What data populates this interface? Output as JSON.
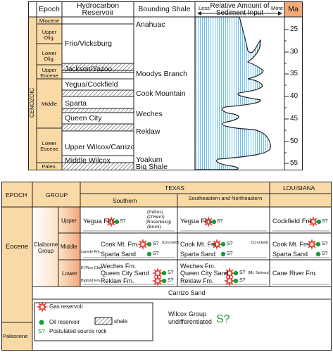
{
  "top_figure": {
    "headers": {
      "epoch": "Epoch",
      "reservoir": "Hydrocarbon Reservoir",
      "shale": "Bounding Shale",
      "sediment_title": "Relative Amount of Sediment Input",
      "less": "Less",
      "more": "More",
      "ma": "Ma"
    },
    "era": "CENOZOIC",
    "epochs": [
      "Miocene",
      "Upper Olig.",
      "Lower Olig.",
      "Upper Eocene",
      "Middle",
      "Lower Eocene",
      "Paleo."
    ],
    "reservoirs": [
      "Frio/Vicksburg",
      "Jackson/Yazoo",
      "Yegua/Cockfield",
      "Sparta",
      "Queen City",
      "Upper Wilcox/Carrizo",
      "Middle Wilcox"
    ],
    "shales": [
      "Anahuac",
      "Moodys Branch",
      "Cook Mountain",
      "Weches",
      "Reklaw",
      "Yoakum",
      "Big Shale"
    ],
    "ma_ticks": [
      "25",
      "30",
      "35",
      "40",
      "45",
      "50",
      "55"
    ],
    "colors": {
      "epoch_fill": "#f9d9a6",
      "ma_header": "#f4a977",
      "curve_fill": "#d8eef9",
      "curve_hatch": "#59b7e6"
    }
  },
  "table": {
    "headers": {
      "epoch": "EPOCH",
      "group": "GROUP",
      "texas": "TEXAS",
      "louisiana": "LOUISIANA",
      "southern": "Southern",
      "southeastern": "Southeastern and Northeastern"
    },
    "epochs": {
      "eocene": "Eocene",
      "paleocene": "Paleocene"
    },
    "group_name": "Claiborne Group",
    "subgroups": [
      "Upper",
      "Middle",
      "Lower"
    ],
    "upper": {
      "southern": "Yegua Fm.",
      "southern_note": [
        "(Pettus)",
        "(O'Hern)",
        "(Rosenburg)",
        "(Bruni)"
      ],
      "southeastern": "Yegua Fm.",
      "louisiana": "Cockfield Fm."
    },
    "middle": {
      "side_label": "Laredo Fm.",
      "southern": [
        "Cook Mt. Fm.",
        "Sparta Sand"
      ],
      "southern_note": "(Crockett)",
      "southeastern": [
        "Cook Mt. Fm.",
        "Sparta Sand"
      ],
      "southeastern_note": "(Crockett)",
      "louisiana": [
        "Cook Mt. Fm.",
        "Sparta Sand"
      ]
    },
    "lower": {
      "side_labels": [
        "El Pico Clay",
        "Bigford Fm."
      ],
      "southern": [
        "Weches Fm.",
        "Queen City Sand",
        "Reklaw Fm."
      ],
      "southeastern": [
        "Weches Fm.",
        "Queen City Sand",
        "Reklaw Fm."
      ],
      "southeastern_note": "(Mt. Selman)",
      "louisiana": "Cane River Fm."
    },
    "carrizo": "Carrizo Sand",
    "legend": {
      "gas": "Gas reservoir",
      "oil": "Oil reservoir",
      "shale": "shale",
      "source": "Postulated source rock",
      "source_symbol": "S?"
    },
    "wilcox": [
      "Wilcox Group",
      "undifferentiated"
    ],
    "wilcox_symbol": "S?",
    "symbol_q": "S?",
    "colors": {
      "gas": "#e32b1e",
      "oil": "#1a9a3a",
      "header": "#f9d9a6",
      "group_fill": "#fbe6c8"
    }
  }
}
